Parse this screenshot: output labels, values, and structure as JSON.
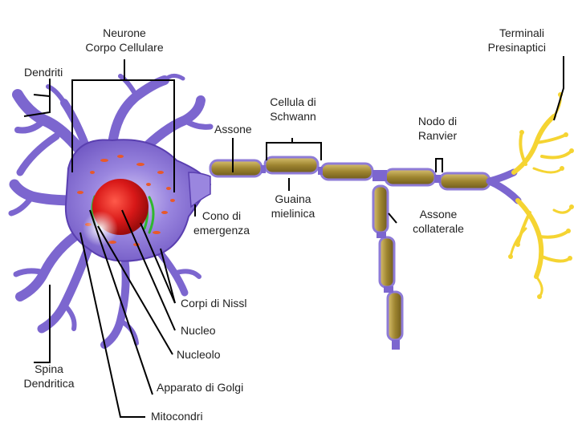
{
  "labels": {
    "neurone": "Neurone",
    "corpo_cellulare": "Corpo Cellulare",
    "terminali": "Terminali",
    "presinaptici": "Presinaptici",
    "dendriti": "Dendriti",
    "cellula_di": "Cellula di",
    "schwann": "Schwann",
    "assone": "Assone",
    "nodo_di": "Nodo di",
    "ranvier": "Ranvier",
    "cono_di": "Cono di",
    "emergenza": "emergenza",
    "guaina": "Guaina",
    "mielinica": "mielinica",
    "assone_collaterale_1": "Assone",
    "assone_collaterale_2": "collaterale",
    "corpi_di_nissl": "Corpi di Nissl",
    "nucleo": "Nucleo",
    "nucleolo": "Nucleolo",
    "spina": "Spina",
    "dendritica": "Dendritica",
    "apparato_di_golgi": "Apparato di Golgi",
    "mitocondri": "Mitocondri"
  },
  "colors": {
    "cell_body": "#8e7bd6",
    "cell_body_dark": "#5a3fb0",
    "nucleus": "#d81818",
    "myelin": "#a98f3a",
    "myelin_highlight": "#d9c170",
    "schwann_membrane": "#8e7bd6",
    "terminals": "#f5d432",
    "leader_lines": "#000000",
    "nissl": "#e8592a",
    "golgi": "#2fb82f"
  }
}
